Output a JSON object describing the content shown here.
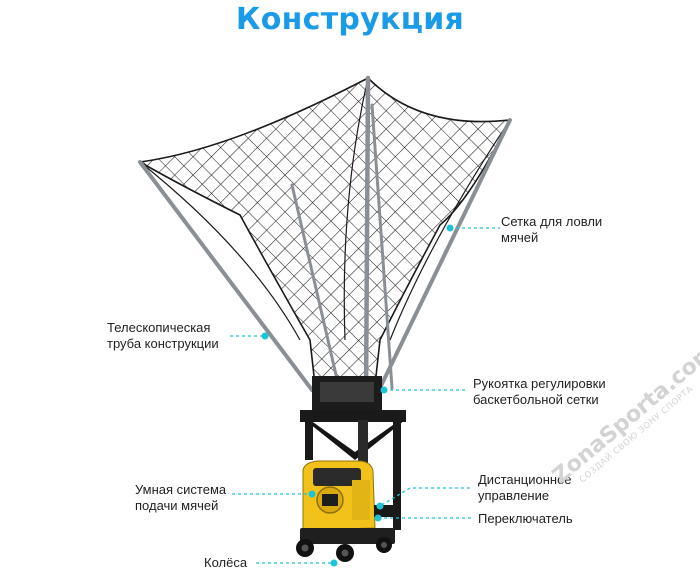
{
  "title": "Конструкция",
  "colors": {
    "title": "#1a9be8",
    "callout": "#1ec3d6",
    "frame": "#111111",
    "machine_body": "#f2c21a",
    "watermark": "#d3d3d3"
  },
  "labels": {
    "net": "Сетка для ловли\nмячей",
    "tube": "Телескопическая\nтруба конструкции",
    "handle": "Рукоятка регулировки\nбаскетбольной сетки",
    "feeder": "Умная система\nподачи мячей",
    "remote": "Дистанционное\nуправление",
    "switch": "Переключатель",
    "wheels": "Колёса"
  },
  "watermark": {
    "brand": "ZonaSporta.com",
    "slogan": "СОЗДАЙ СВОЮ ЗОНУ СПОРТА"
  }
}
